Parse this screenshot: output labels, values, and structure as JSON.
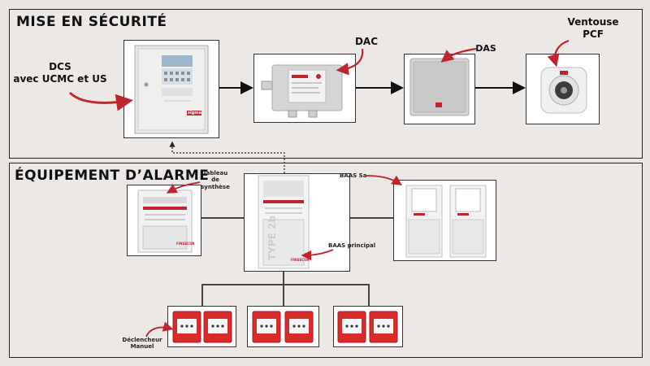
{
  "sections": {
    "top_title": "MISE EN SÉCURITÉ",
    "bottom_title": "ÉQUIPEMENT D’ALARME"
  },
  "devices": {
    "dcs_line1": "DCS",
    "dcs_line2": "avec UCMC et US",
    "dac": "DAC",
    "das": "DAS",
    "ventouse_line1": "Ventouse",
    "ventouse_line2": "PCF",
    "tableau_line1": "Tableau de",
    "tableau_line2": "synthèse",
    "baas_sa": "BAAS Sa",
    "baas_principal": "BAAS principal",
    "declencheur_line1": "Déclencheur",
    "declencheur_line2": "Manuel"
  },
  "product_marks": {
    "cabinet_brand": "sigma",
    "type_2b": "TYPE 2b",
    "finsecur": "FINSECUR"
  },
  "colors": {
    "arrow_red": "#c0242c",
    "alarm_red": "#d92a2a",
    "frame": "#222222"
  }
}
